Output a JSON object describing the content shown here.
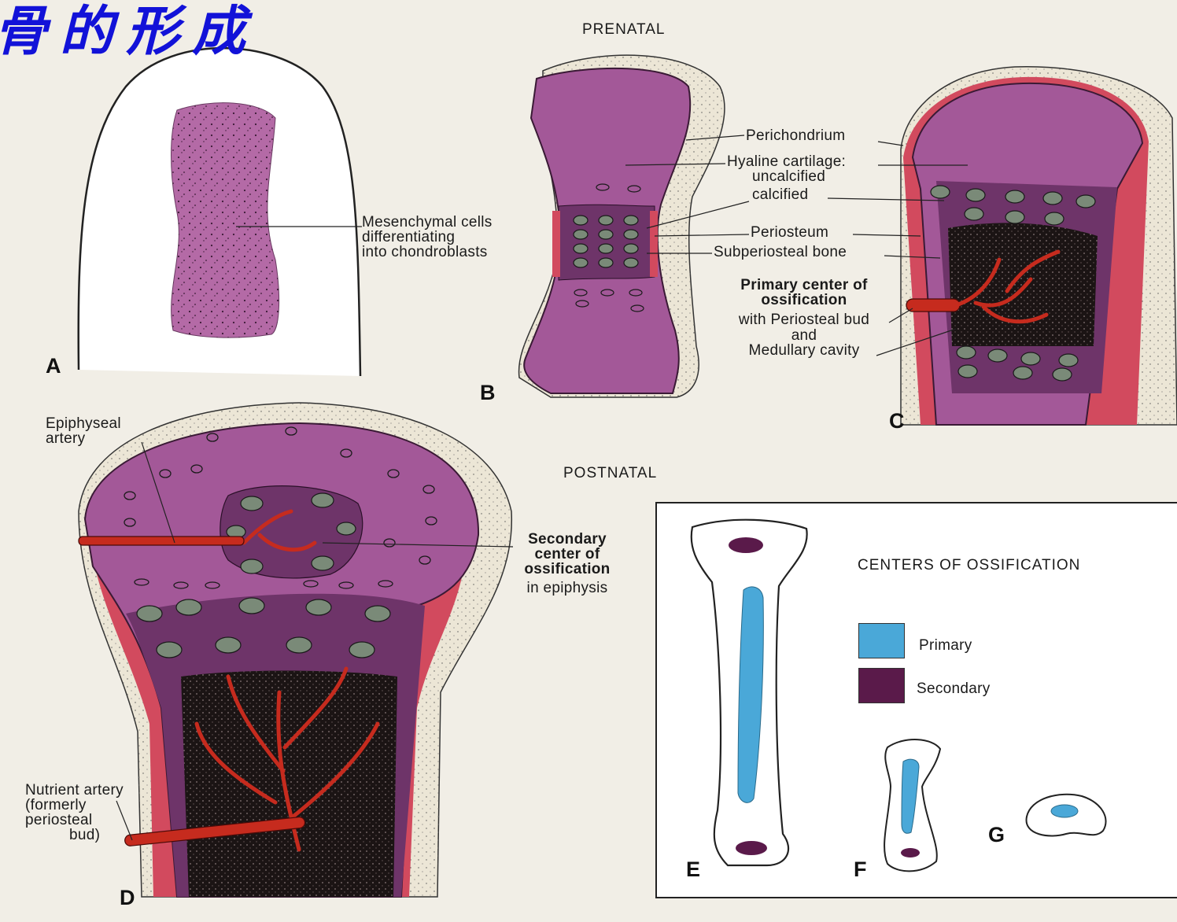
{
  "title": "骨的形成",
  "sections": {
    "prenatal": "PRENATAL",
    "postnatal": "POSTNATAL"
  },
  "panels": {
    "a": "A",
    "b": "B",
    "c": "C",
    "d": "D",
    "e": "E",
    "f": "F",
    "g": "G"
  },
  "labels": {
    "mesenchymal": [
      "Mesenchymal cells",
      "differentiating",
      "into chondroblasts"
    ],
    "perichondrium": "Perichondrium",
    "hyaline": [
      "Hyaline cartilage:",
      "uncalcified",
      "calcified"
    ],
    "periosteum": "Periosteum",
    "subperiosteal": "Subperiosteal bone",
    "primary_center": [
      "Primary center of",
      "ossification"
    ],
    "primary_center_sub": [
      "with Periosteal bud",
      "and",
      "Medullary cavity"
    ],
    "epiphyseal_artery": [
      "Epiphyseal",
      "artery"
    ],
    "secondary_center": [
      "Secondary",
      "center of",
      "ossification"
    ],
    "secondary_center_sub": "in epiphysis",
    "nutrient_artery": [
      "Nutrient artery",
      "(formerly",
      "periosteal",
      "bud)"
    ]
  },
  "legend": {
    "title": "CENTERS OF OSSIFICATION",
    "items": [
      {
        "label": "Primary",
        "color": "#4aa8d8"
      },
      {
        "label": "Secondary",
        "color": "#5a1a4a"
      }
    ]
  },
  "colors": {
    "cartilage": "#a75a9a",
    "periosteum": "#d24a5e",
    "bone_dark": "#5a2a55",
    "marrow": "#1a1212",
    "vessel": "#c62b1e"
  }
}
